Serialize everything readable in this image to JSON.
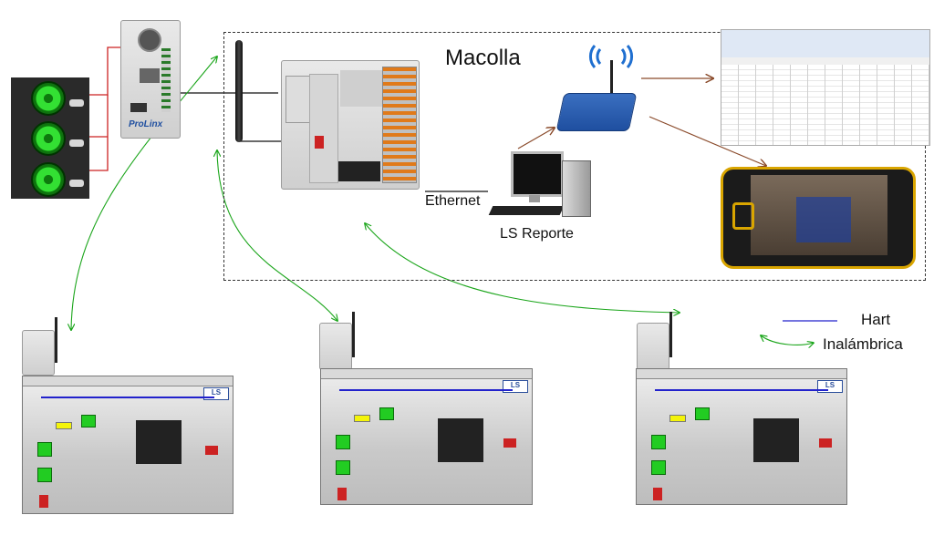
{
  "labels": {
    "macolla": "Macolla",
    "ethernet": "Ethernet",
    "ls_reporte": "LS Reporte",
    "prolinx": "ProLinx"
  },
  "legend": {
    "hart": "Hart",
    "inalambrica": "Inalámbrica",
    "hart_color": "#2222cc",
    "wireless_color": "#1aa51a"
  },
  "colors": {
    "link_red": "#cc2222",
    "link_brown": "#8a4a2a",
    "pump_green": "#22cc22",
    "tag_yellow": "#f4f40a",
    "phone_frame": "#d9a500",
    "router_blue": "#1f4fa0"
  },
  "panels": [
    {
      "badge": "LS"
    },
    {
      "badge": "LS"
    },
    {
      "badge": "LS"
    }
  ],
  "icons": [
    "antenna-icon",
    "wifi-signal-icon",
    "router-icon",
    "computer-icon",
    "plc-icon",
    "pump-icon",
    "smartphone-icon",
    "spreadsheet-icon"
  ]
}
